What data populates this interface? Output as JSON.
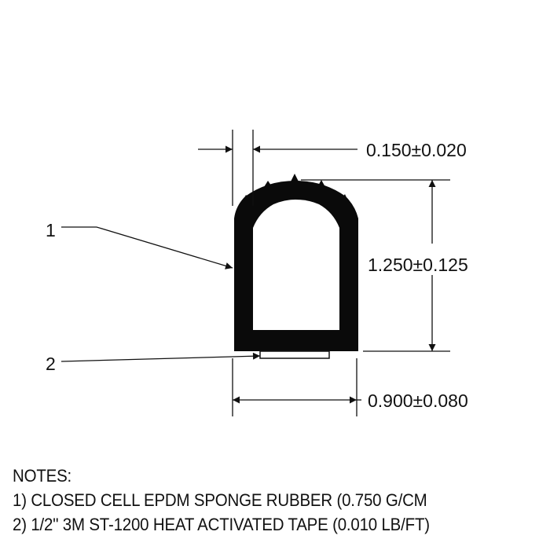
{
  "drawing": {
    "title": "EPDM sponge rubber D-profile seal with tape",
    "background_color": "#ffffff",
    "profile_color": "#0a0a0a",
    "dimensions": {
      "wall_thickness": "0.150±0.020",
      "height": "1.250±0.125",
      "width": "0.900±0.080"
    },
    "callouts": [
      {
        "id": "1",
        "label": "1",
        "target": "sponge rubber profile wall"
      },
      {
        "id": "2",
        "label": "2",
        "target": "heat activated tape"
      }
    ]
  },
  "notes": {
    "heading": "NOTES:",
    "items": [
      "1) CLOSED CELL EPDM SPONGE RUBBER (0.750 G/CM",
      "2) 1/2\" 3M ST-1200 HEAT ACTIVATED TAPE (0.010 LB/FT)"
    ]
  }
}
